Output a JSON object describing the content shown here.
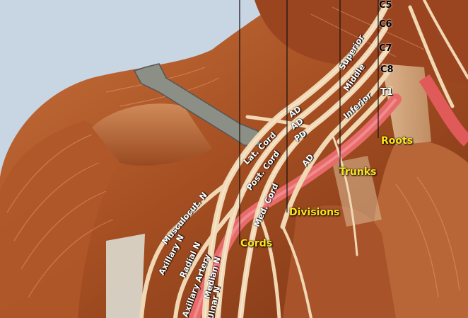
{
  "labels": {
    "roots": {
      "c5": "C5",
      "c6": "C6",
      "c7": "C7",
      "c8": "C8",
      "t1": "T1"
    },
    "trunks": {
      "superior": "Superior",
      "middle": "Middle",
      "inferior": "Inferior"
    },
    "divisions": {
      "ad_1": "AD",
      "ad_2": "AD",
      "pd": "PD",
      "ad_3": "AD"
    },
    "cords": {
      "lateral": "Lat. Cord",
      "posterior": "Post. Cord",
      "medial": "Med. Cord"
    },
    "nerves": {
      "musculocutaneous": "Musculocut. N",
      "axillary": "Axillary N",
      "radial": "Radial N",
      "axillary_artery": "Axillary Artery",
      "median": "Median N",
      "ulnar": "Ulnar N"
    },
    "sections": {
      "roots": "Roots",
      "trunks": "Trunks",
      "divisions": "Divisions",
      "cords": "Cords"
    }
  },
  "colors": {
    "muscle": "#b55a2a",
    "muscle_dark": "#7a3515",
    "nerve": "#f1d8b4",
    "artery": "#e86b6b",
    "background": "#cfdbe8",
    "label_yellow": "#ffe31a"
  }
}
